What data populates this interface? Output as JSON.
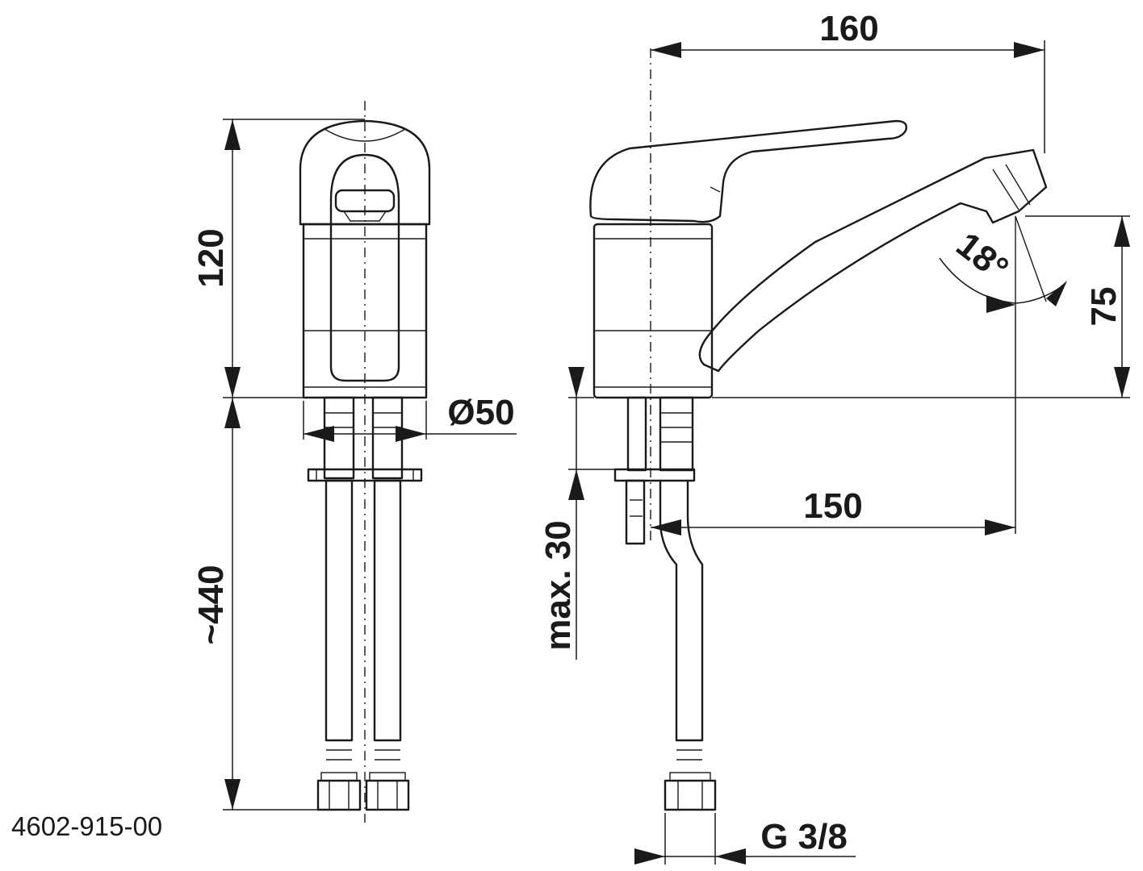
{
  "drawing": {
    "part_number": "4602-915-00",
    "dimensions": {
      "overall_length": "160",
      "spout_reach": "150",
      "height": "120",
      "hose_length": "~440",
      "base_diameter": "Ø50",
      "spout_height": "75",
      "spray_angle": "18°",
      "max_deck_thickness": "max. 30",
      "thread": "G 3/8"
    }
  }
}
